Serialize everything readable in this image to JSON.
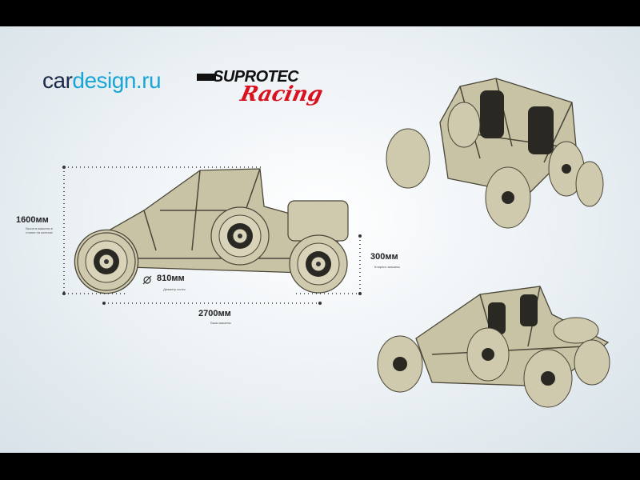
{
  "logos": {
    "cardesign": {
      "part1": "car",
      "part2": "design.ru"
    },
    "suprotec": {
      "brand": "SUPROTEC",
      "tag": "Racing"
    }
  },
  "dimensions": {
    "height": {
      "value": "1600мм",
      "caption_line1": "Высота машины в",
      "caption_line2": "стоике на колесах"
    },
    "wheel": {
      "value": "810мм",
      "caption": "Диаметр колес"
    },
    "clearance": {
      "value": "300мм",
      "caption": "Клиренс машины"
    },
    "length": {
      "value": "2700мм",
      "caption": "База машины"
    }
  },
  "colors": {
    "body": "#cfc9ad",
    "stroke": "#4a4638",
    "accent": "#19a6d6",
    "brand_red": "#d9121f"
  }
}
